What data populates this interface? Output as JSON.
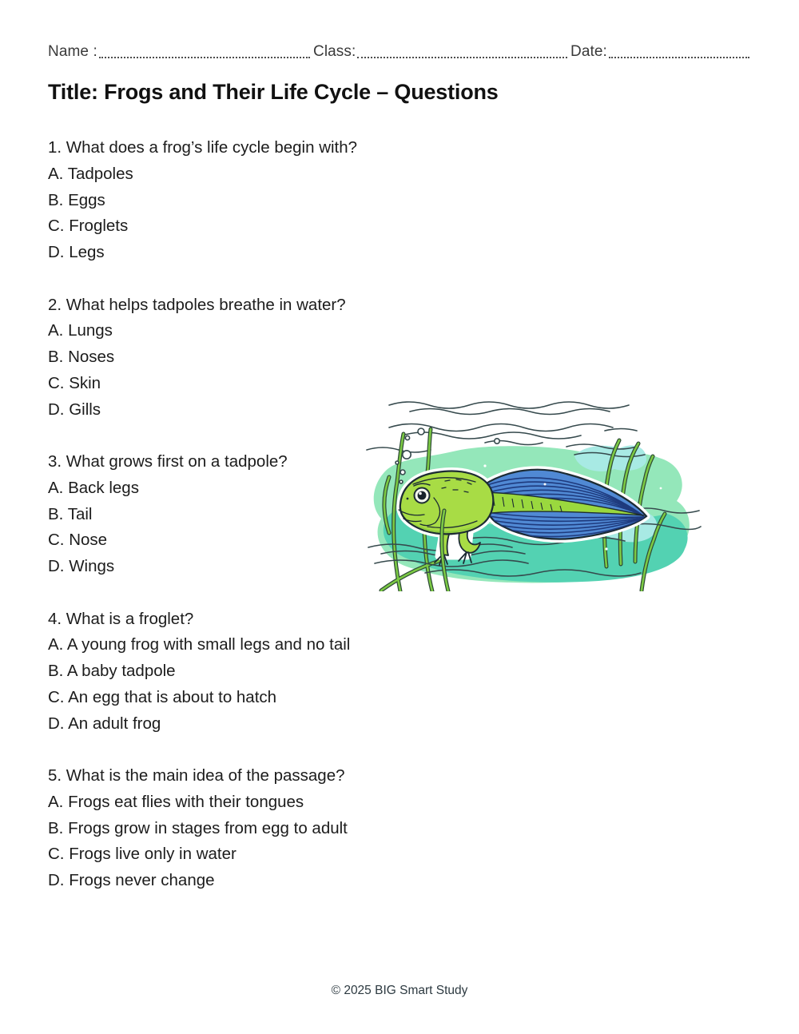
{
  "header": {
    "name_label": "Name :",
    "class_label": "Class:",
    "date_label": "Date:"
  },
  "title": "Title: Frogs and Their Life Cycle – Questions",
  "questions": [
    {
      "q": "1. What does a frog’s life cycle begin with?",
      "options": [
        "A. Tadpoles",
        "B. Eggs",
        "C. Froglets",
        "D. Legs"
      ]
    },
    {
      "q": "2. What helps tadpoles breathe in water?",
      "options": [
        "A. Lungs",
        "B. Noses",
        "C. Skin",
        "D. Gills"
      ]
    },
    {
      "q": "3. What grows first on a tadpole?",
      "options": [
        "A. Back legs",
        "B. Tail",
        "C. Nose",
        "D. Wings"
      ]
    },
    {
      "q": "4. What is a froglet?",
      "options": [
        "A. A young frog with small legs and no tail",
        "B. A baby tadpole",
        "C. An egg that is about to hatch",
        "D. An adult frog"
      ]
    },
    {
      "q": "5. What is the main idea of the passage?",
      "options": [
        "A. Frogs eat flies with their tongues",
        "B. Frogs grow in stages from egg to adult",
        "C. Frogs live only in water",
        "D. Frogs never change"
      ]
    }
  ],
  "footer": "© 2025 BIG Smart Study",
  "illustration": {
    "subject": "tadpole with legs swimming in pond among seaweed and bubbles"
  },
  "colors": {
    "mint": "#94e7ba",
    "teal": "#53d2b2",
    "cyan": "#a8eae4",
    "weed": "#7cc944",
    "weed-dark": "#2c4a35",
    "ripple": "#35494c",
    "body-green": "#a8dc45",
    "body-shade": "#8ccb3e",
    "outline": "#1c2b33",
    "tail-blue": "#5089d4",
    "tail-stripe": "#1e3a7d",
    "membrane": "#9ad83e",
    "halo": "#ffffff"
  }
}
